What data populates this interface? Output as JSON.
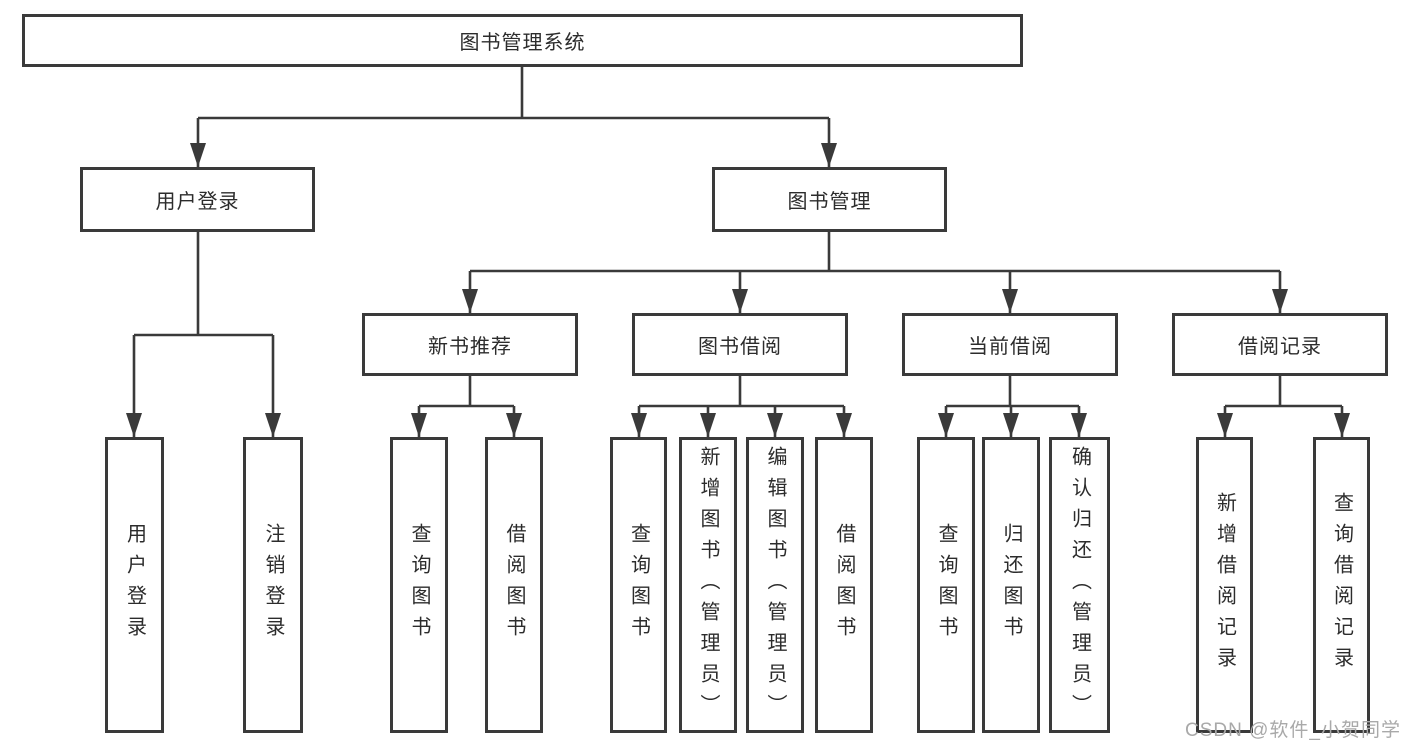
{
  "tree": {
    "root": "图书管理系统",
    "login": {
      "label": "用户登录",
      "children": [
        "用户登录",
        "注销登录"
      ]
    },
    "management": {
      "label": "图书管理",
      "groups": [
        {
          "label": "新书推荐",
          "children": [
            "查询图书",
            "借阅图书"
          ]
        },
        {
          "label": "图书借阅",
          "children": [
            "查询图书",
            "新增图书（管理员）",
            "编辑图书（管理员）",
            "借阅图书"
          ]
        },
        {
          "label": "当前借阅",
          "children": [
            "查询图书",
            "归还图书",
            "确认归还（管理员）"
          ]
        },
        {
          "label": "借阅记录",
          "children": [
            "新增借阅记录",
            "查询借阅记录"
          ]
        }
      ]
    }
  },
  "watermark": {
    "text": "CSDN @软件_小贺同学"
  },
  "colors": {
    "line": "#3a3a3a",
    "text": "#2c2c2c",
    "watermark": "#a9a9a9",
    "background": "#ffffff"
  }
}
